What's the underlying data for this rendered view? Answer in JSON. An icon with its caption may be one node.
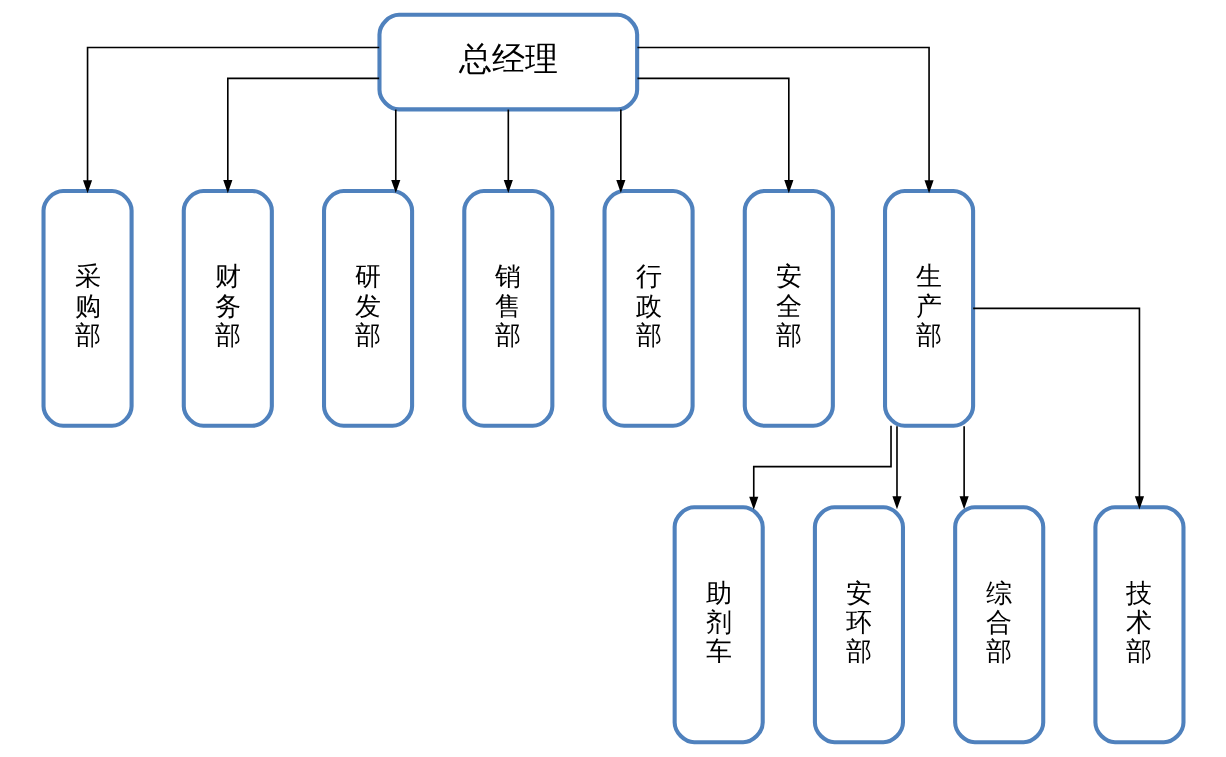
{
  "diagram": {
    "nodes": [
      {
        "text": [
          "总经理"
        ]
      },
      {
        "text": [
          "采购部"
        ]
      },
      {
        "text": [
          "财务部"
        ]
      },
      {
        "text": [
          "研发部"
        ]
      },
      {
        "text": [
          "销售部"
        ]
      },
      {
        "text": [
          "行政部"
        ]
      },
      {
        "text": [
          "安全部"
        ]
      },
      {
        "text": [
          "生产部"
        ]
      },
      {
        "text": [
          "助剂车"
        ]
      },
      {
        "text": [
          "安环部"
        ]
      },
      {
        "text": [
          "综合部"
        ]
      },
      {
        "text": [
          "技术部"
        ]
      }
    ],
    "edges": [
      {
        "from": 0,
        "to": 1,
        "arrow": "to"
      },
      {
        "from": 0,
        "to": 2,
        "arrow": "to"
      },
      {
        "from": 0,
        "to": 3,
        "arrow": "to"
      },
      {
        "from": 0,
        "to": 4,
        "arrow": "to"
      },
      {
        "from": 0,
        "to": 5,
        "arrow": "to"
      },
      {
        "from": 0,
        "to": 6,
        "arrow": "to"
      },
      {
        "from": 0,
        "to": 7,
        "arrow": "to"
      },
      {
        "from": 7,
        "to": 8,
        "arrow": "to"
      },
      {
        "from": 7,
        "to": 9,
        "arrow": "to"
      },
      {
        "from": 7,
        "to": 10,
        "arrow": "to"
      },
      {
        "from": 7,
        "to": 11,
        "arrow": "to"
      }
    ]
  }
}
